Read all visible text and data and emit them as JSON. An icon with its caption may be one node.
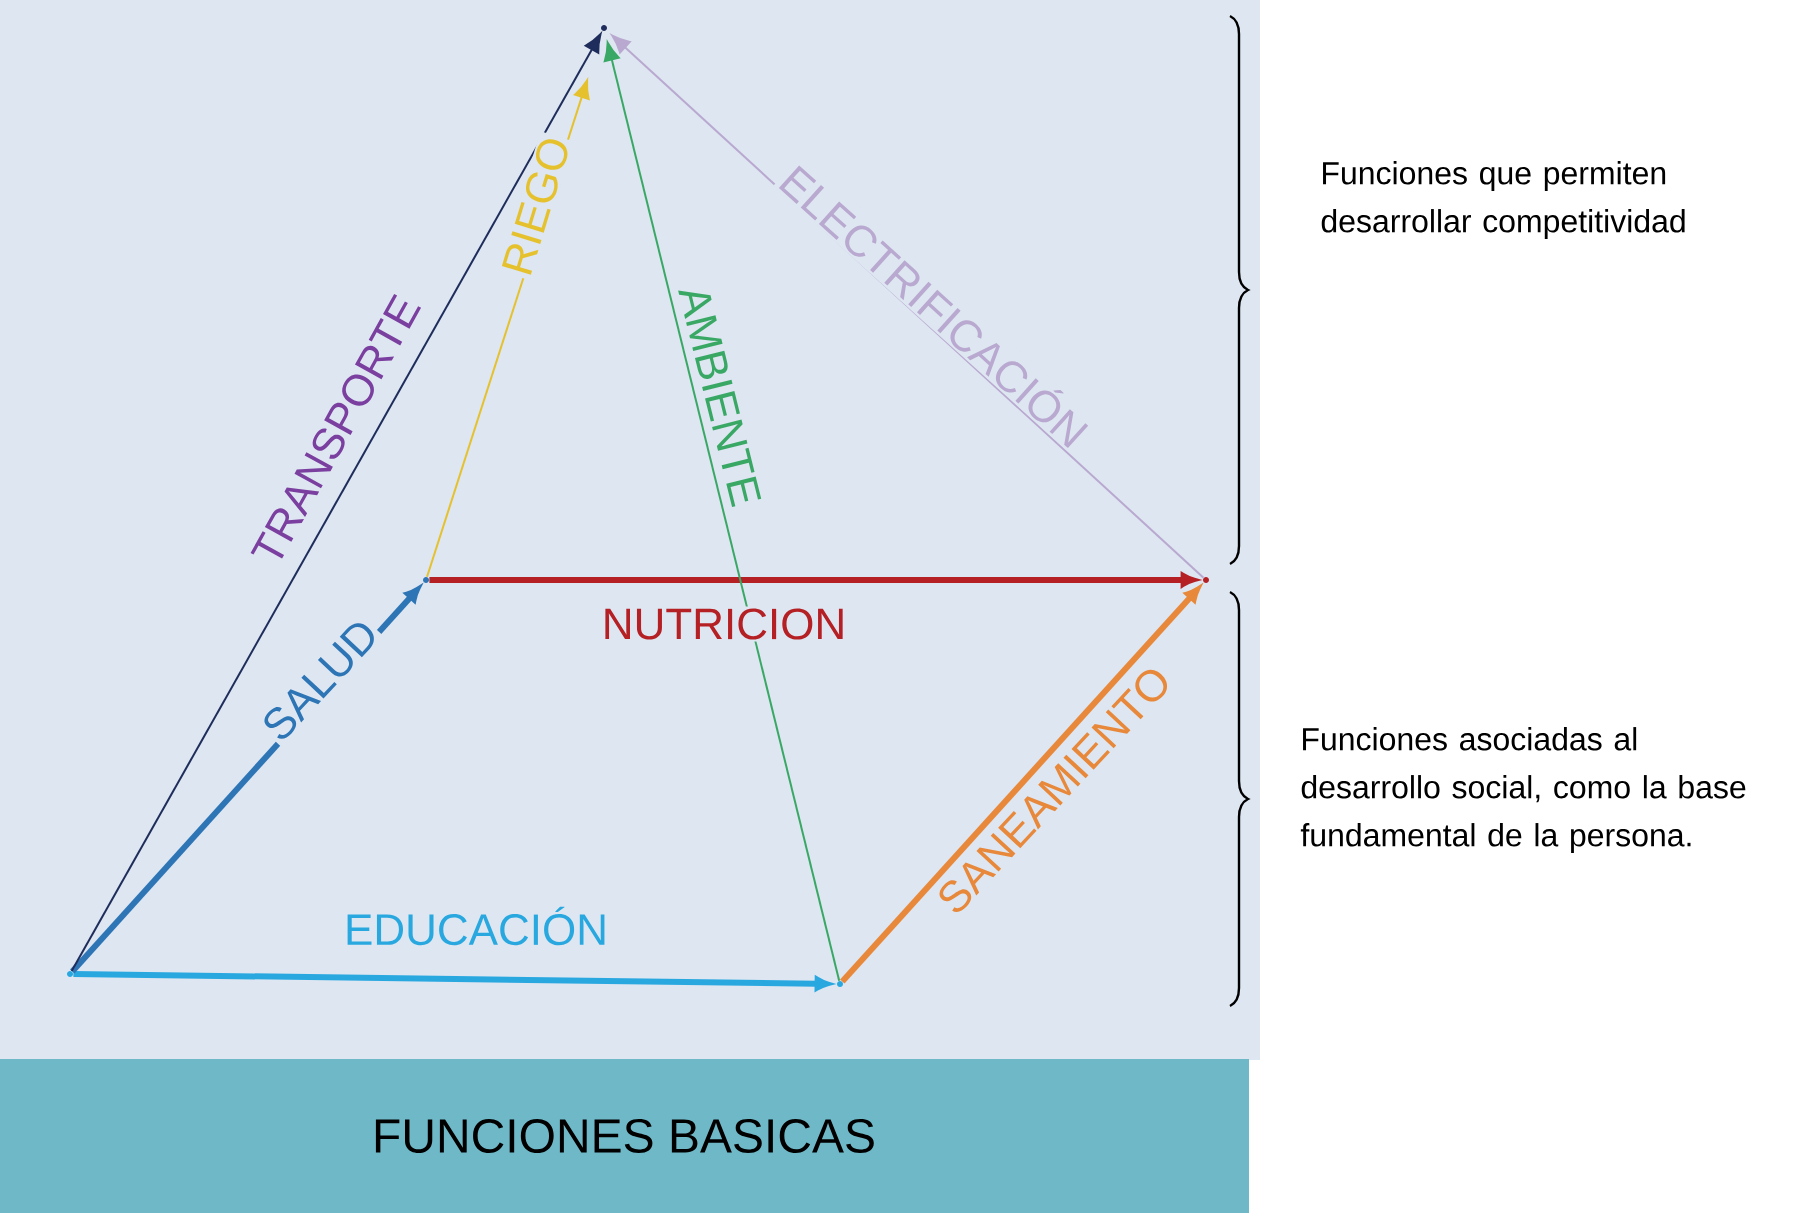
{
  "diagram": {
    "nodes": [
      {
        "text": [],
        "shape": "point"
      },
      {
        "text": [],
        "shape": "point"
      },
      {
        "text": [],
        "shape": "point"
      },
      {
        "text": [],
        "shape": "point"
      },
      {
        "text": [],
        "shape": "point"
      },
      {
        "text": [
          "FUNCIONES BASICAS"
        ]
      }
    ],
    "edges": [
      {
        "from": 0,
        "to": 1,
        "arrow": "to",
        "label": "EDUCACIÓN",
        "style": "thick",
        "color": "#29a8e0"
      },
      {
        "from": 0,
        "to": 2,
        "arrow": "to",
        "label": "SALUD",
        "style": "thick",
        "color": "#2e75b6"
      },
      {
        "from": 2,
        "to": 3,
        "arrow": "to",
        "label": "NUTRICION",
        "style": "thick",
        "color": "#b52025"
      },
      {
        "from": 1,
        "to": 3,
        "arrow": "to",
        "label": "SANEAMIENTO",
        "style": "thick",
        "color": "#e8883a"
      },
      {
        "from": 0,
        "to": 4,
        "arrow": "to",
        "label": "TRANSPORTE",
        "color": "#1f2d5c"
      },
      {
        "from": 2,
        "to": 4,
        "arrow": "to",
        "label": "RIEGO",
        "color": "#e6c12e"
      },
      {
        "from": 1,
        "to": 4,
        "arrow": "to",
        "label": "AMBIENTE",
        "color": "#3aa865"
      },
      {
        "from": 3,
        "to": 4,
        "arrow": "to",
        "label": "ELECTRIFICACIÓN",
        "color": "#b9a8cf"
      }
    ],
    "labels": [
      "Funciones que permiten desarrollar competitividad",
      "Funciones asociadas al desarrollo social, como la base fundamental de la persona."
    ]
  }
}
